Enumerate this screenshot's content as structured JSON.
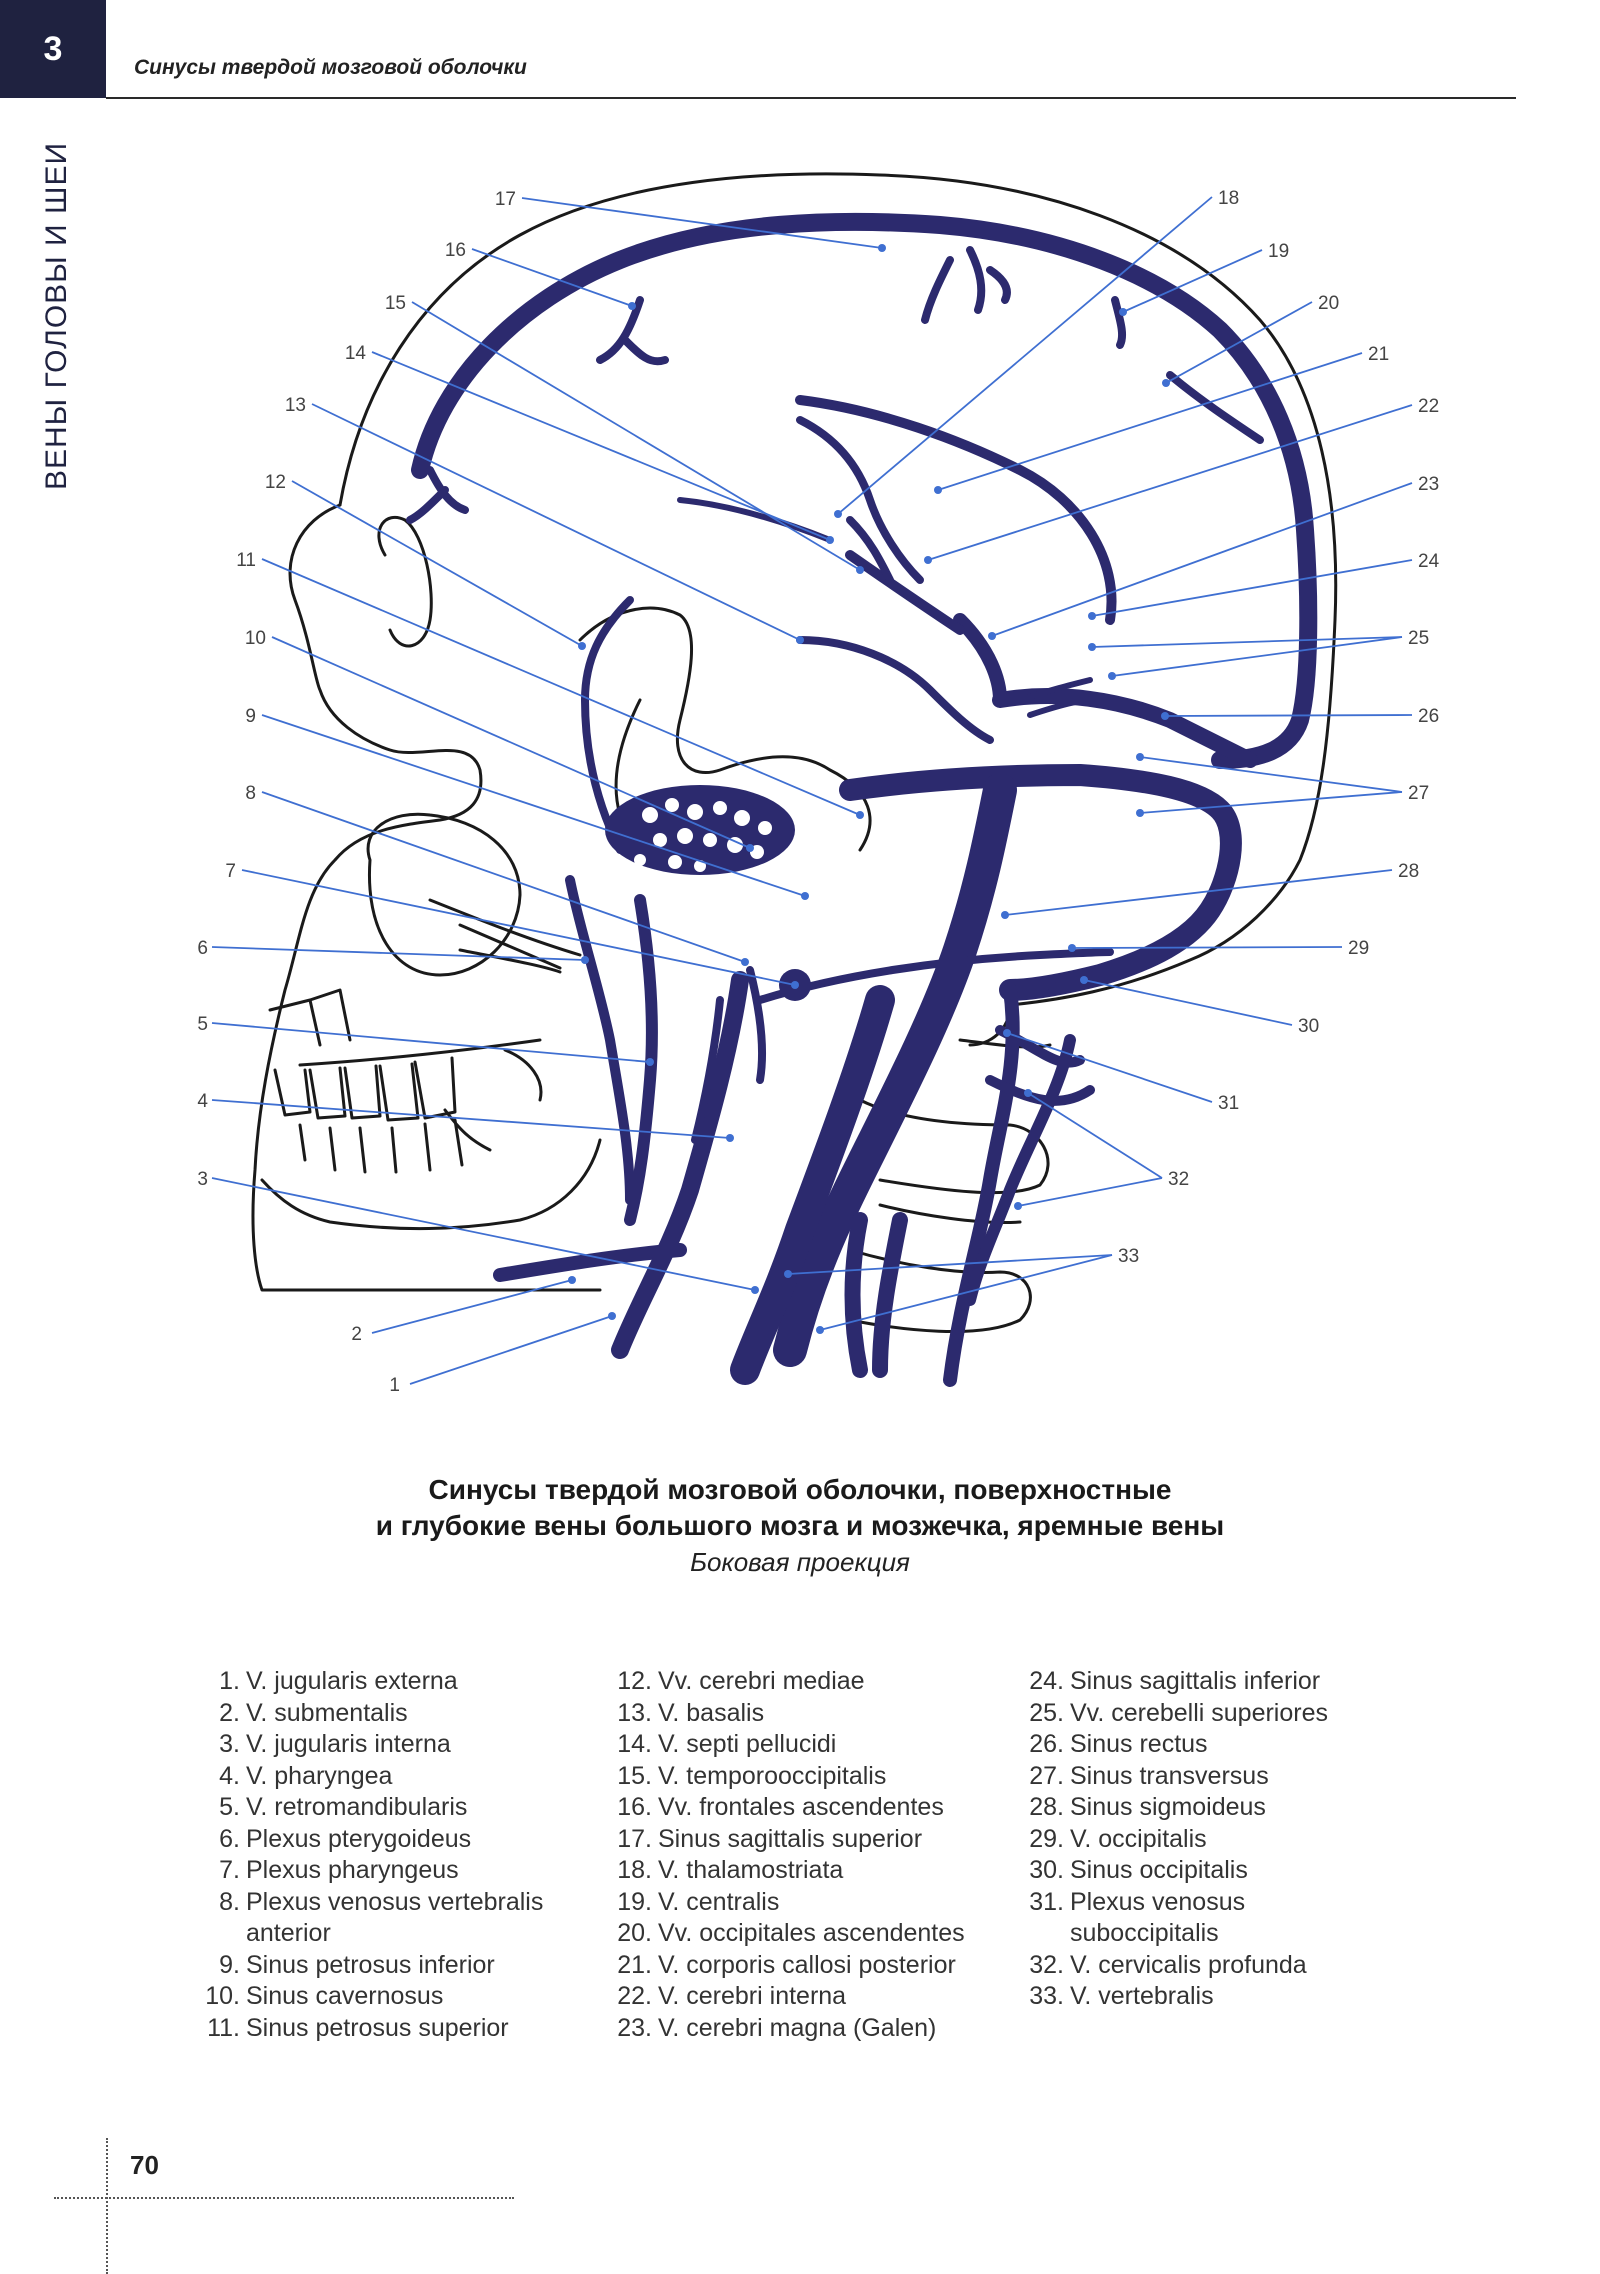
{
  "header": {
    "chapter": "3",
    "title": "Синусы твердой мозговой оболочки",
    "side_label": "ВЕНЫ ГОЛОВЫ И ШЕИ"
  },
  "colors": {
    "vein": "#2c2a6e",
    "outline": "#1a1a1a",
    "leader": "#3f6fd1",
    "chapter_box": "#1f2240"
  },
  "figure": {
    "labels": [
      {
        "n": "1"
      },
      {
        "n": "2"
      },
      {
        "n": "3"
      },
      {
        "n": "4"
      },
      {
        "n": "5"
      },
      {
        "n": "6"
      },
      {
        "n": "7"
      },
      {
        "n": "8"
      },
      {
        "n": "9"
      },
      {
        "n": "10"
      },
      {
        "n": "11"
      },
      {
        "n": "12"
      },
      {
        "n": "13"
      },
      {
        "n": "14"
      },
      {
        "n": "15"
      },
      {
        "n": "16"
      },
      {
        "n": "17"
      },
      {
        "n": "18"
      },
      {
        "n": "19"
      },
      {
        "n": "20"
      },
      {
        "n": "21"
      },
      {
        "n": "22"
      },
      {
        "n": "23"
      },
      {
        "n": "24"
      },
      {
        "n": "25"
      },
      {
        "n": "26"
      },
      {
        "n": "27"
      },
      {
        "n": "28"
      },
      {
        "n": "29"
      },
      {
        "n": "30"
      },
      {
        "n": "31"
      },
      {
        "n": "32"
      },
      {
        "n": "33"
      }
    ]
  },
  "caption": {
    "line1": "Синусы твердой мозговой оболочки, поверхностные",
    "line2": "и глубокие вены большого мозга и мозжечка, яремные вены",
    "line3": "Боковая проекция"
  },
  "legend": {
    "col1": [
      {
        "num": "1.",
        "text": "V. jugularis externa"
      },
      {
        "num": "2.",
        "text": "V. submentalis"
      },
      {
        "num": "3.",
        "text": "V. jugularis interna"
      },
      {
        "num": "4.",
        "text": "V. pharyngea"
      },
      {
        "num": "5.",
        "text": "V. retromandibularis"
      },
      {
        "num": "6.",
        "text": "Plexus pterygoideus"
      },
      {
        "num": "7.",
        "text": "Plexus pharyngeus"
      },
      {
        "num": "8.",
        "text": "Plexus venosus vertebralis",
        "cont": "anterior"
      },
      {
        "num": "9.",
        "text": "Sinus petrosus inferior"
      },
      {
        "num": "10.",
        "text": "Sinus cavernosus"
      },
      {
        "num": "11.",
        "text": "Sinus petrosus superior"
      }
    ],
    "col2": [
      {
        "num": "12.",
        "text": "Vv. cerebri mediae"
      },
      {
        "num": "13.",
        "text": "V. basalis"
      },
      {
        "num": "14.",
        "text": "V. septi pellucidi"
      },
      {
        "num": "15.",
        "text": "V. temporooccipitalis"
      },
      {
        "num": "16.",
        "text": "Vv. frontales ascendentes"
      },
      {
        "num": "17.",
        "text": "Sinus sagittalis superior"
      },
      {
        "num": "18.",
        "text": "V. thalamostriata"
      },
      {
        "num": "19.",
        "text": "V. centralis"
      },
      {
        "num": "20.",
        "text": "Vv. occipitales ascendentes"
      },
      {
        "num": "21.",
        "text": "V. corporis callosi posterior"
      },
      {
        "num": "22.",
        "text": "V. cerebri interna"
      },
      {
        "num": "23.",
        "text": "V. cerebri magna (Galen)"
      }
    ],
    "col3": [
      {
        "num": "24.",
        "text": "Sinus sagittalis inferior"
      },
      {
        "num": "25.",
        "text": "Vv. cerebelli superiores"
      },
      {
        "num": "26.",
        "text": "Sinus rectus"
      },
      {
        "num": "27.",
        "text": "Sinus transversus"
      },
      {
        "num": "28.",
        "text": "Sinus sigmoideus"
      },
      {
        "num": "29.",
        "text": "V. occipitalis"
      },
      {
        "num": "30.",
        "text": "Sinus occipitalis"
      },
      {
        "num": "31.",
        "text": "Plexus venosus",
        "cont": "suboccipitalis"
      },
      {
        "num": "32.",
        "text": "V. cervicalis profunda"
      },
      {
        "num": "33.",
        "text": "V. vertebralis"
      }
    ]
  },
  "footer": {
    "page": "70"
  }
}
